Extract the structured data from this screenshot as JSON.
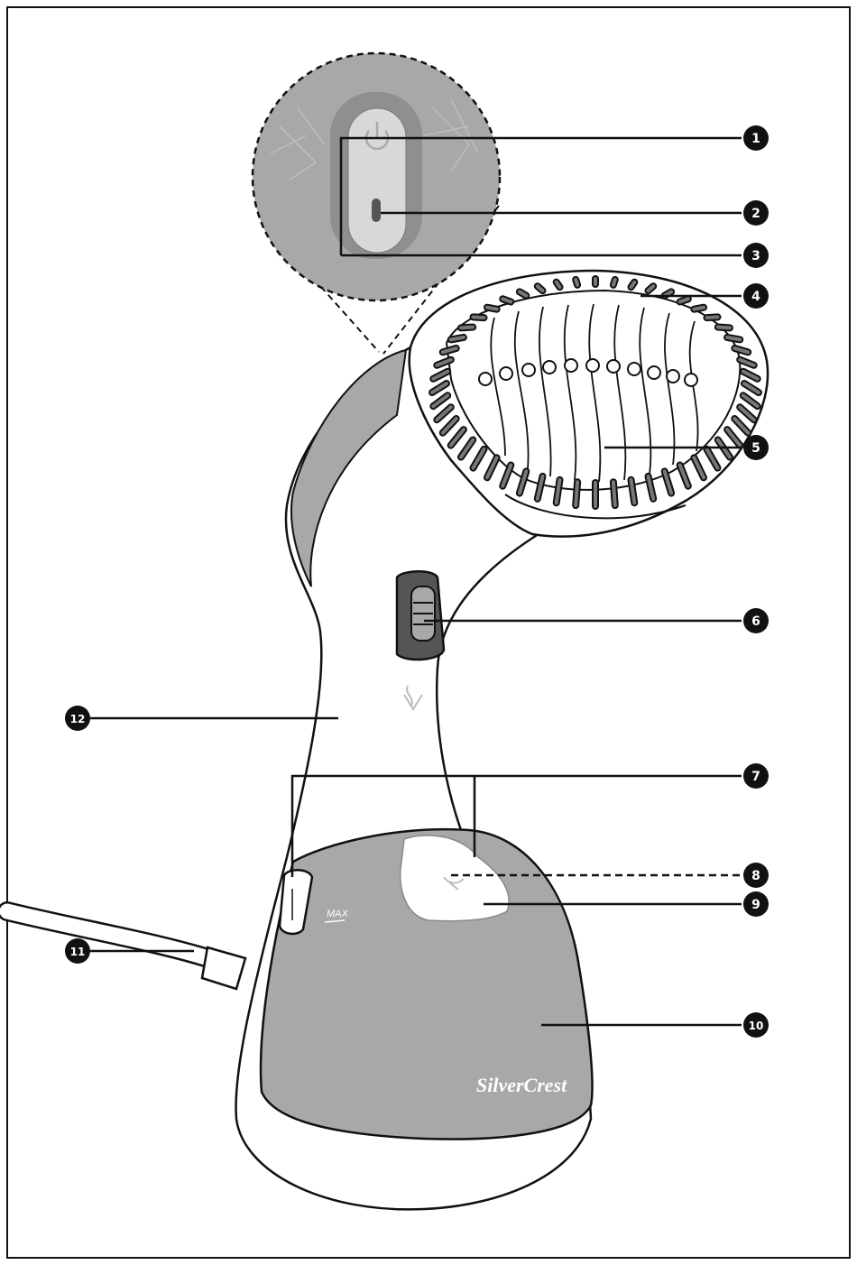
{
  "colors": {
    "outline": "#111111",
    "body_gray": "#a8a8a8",
    "dark_gray": "#555555",
    "light_gray": "#cfcfcf",
    "white": "#ffffff"
  },
  "product": {
    "brand": "SilverCrest",
    "max_label": "MAX"
  },
  "callouts": [
    {
      "num": "1",
      "label": ""
    },
    {
      "num": "2",
      "label": ""
    },
    {
      "num": "3",
      "label": ""
    },
    {
      "num": "4",
      "label": ""
    },
    {
      "num": "5",
      "label": ""
    },
    {
      "num": "6",
      "label": ""
    },
    {
      "num": "7",
      "label": ""
    },
    {
      "num": "8",
      "label": ""
    },
    {
      "num": "9",
      "label": ""
    },
    {
      "num": "10",
      "label": ""
    },
    {
      "num": "11",
      "label": ""
    },
    {
      "num": "12",
      "label": ""
    }
  ],
  "icons": [
    "power-icon",
    "steam-icon",
    "water-drop-icon"
  ]
}
